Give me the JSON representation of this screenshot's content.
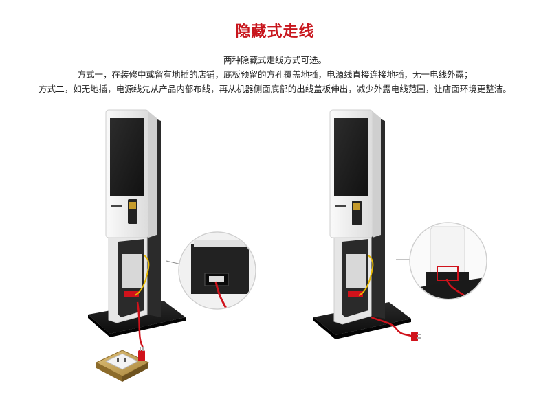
{
  "header": {
    "title": "隐藏式走线",
    "subtitle": "两种隐藏式走线方式可选。",
    "option1": "方式一，在装修中或留有地插的店铺，底板预留的方孔覆盖地插，电源线直接连接地插，无一电线外露；",
    "option2": "方式二，如无地插，电源线先从产品内部布线，再从机器侧面底部的出线盖板伸出，减少外露电线范围，让店面环境更整洁。"
  },
  "colors": {
    "title": "#c8161d",
    "cable": "#d0121b",
    "cable_yellow": "#e6b800",
    "kiosk_body": "#f2f2f2",
    "kiosk_black": "#1e1e1e"
  },
  "icons": {
    "floor_socket": "floor-socket-icon",
    "power_plug": "power-plug-icon"
  }
}
